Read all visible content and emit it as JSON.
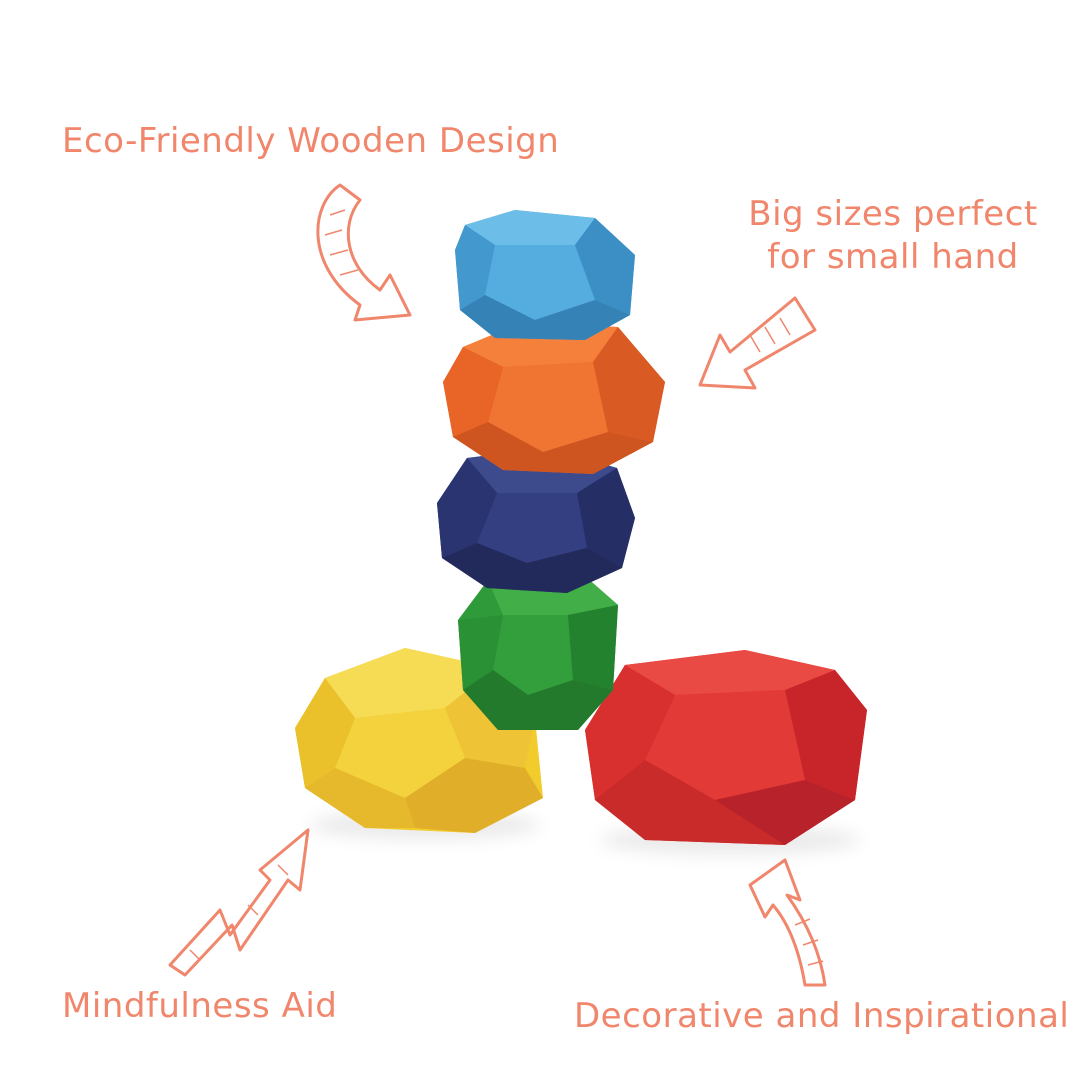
{
  "captions": {
    "eco": "Eco-Friendly Wooden Design",
    "big_line1": "Big sizes perfect",
    "big_line2": "for small hand",
    "mindful": "Mindfulness Aid",
    "decor": "Decorative and Inspirational"
  },
  "colors": {
    "accent": "#f0866c",
    "stone_blue": "#4aa3d6",
    "stone_orange": "#ee6a2a",
    "stone_navy": "#2f3a78",
    "stone_green": "#2e9a3a",
    "stone_yellow": "#f1cc2c",
    "stone_red": "#df2f2f"
  },
  "stones": [
    "blue",
    "orange",
    "navy",
    "green",
    "yellow",
    "red"
  ]
}
